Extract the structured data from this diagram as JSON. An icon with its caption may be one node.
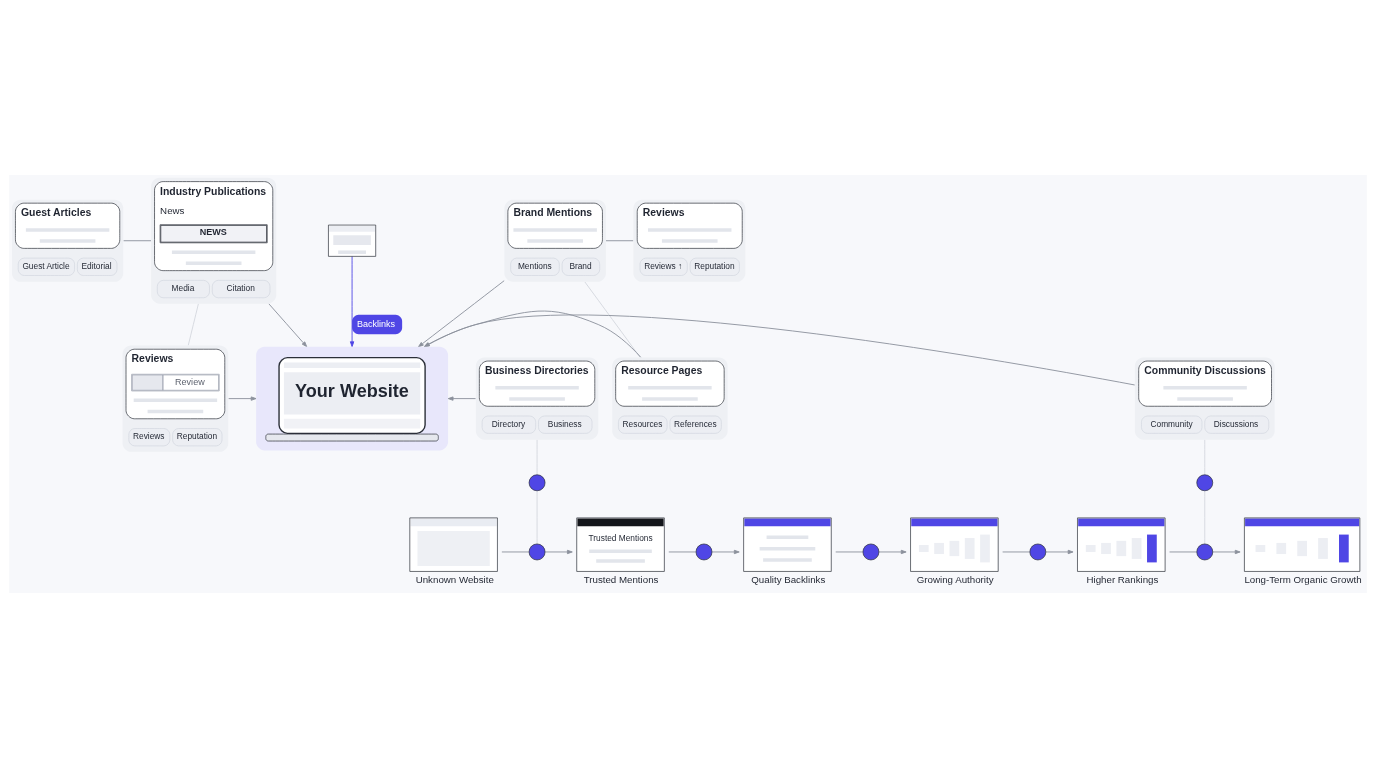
{
  "diagram": {
    "nodes": [
      {
        "text": [
          "Guest Articles",
          "Guest Article",
          "Editorial"
        ]
      },
      {
        "text": [
          "Industry Publications",
          "News",
          "NEWS",
          "Media",
          "Citation"
        ]
      },
      {
        "text": [
          "Business Directories",
          "Directory",
          "Business"
        ]
      },
      {
        "text": [
          "Reviews",
          "Review",
          "Reviews",
          "Reputation"
        ]
      },
      {
        "text": [],
        "shape": "picture"
      },
      {
        "text": [
          "Your Website"
        ]
      },
      {
        "text": [
          "Reviews",
          "Reviews ↑",
          "Reputation"
        ]
      },
      {
        "text": [
          "Brand Mentions",
          "Mentions",
          "Brand"
        ]
      },
      {
        "text": [
          "Community Discussions",
          "Community",
          "Discussions"
        ]
      },
      {
        "text": [
          "Resource Pages",
          "Resources",
          "References"
        ]
      },
      {
        "text": [],
        "shape": "circle"
      },
      {
        "text": [],
        "shape": "circle"
      },
      {
        "text": [
          "Unknown Website"
        ]
      },
      {
        "text": [],
        "shape": "circle"
      },
      {
        "text": [
          "Trusted Mentions",
          "Trusted Mentions"
        ]
      },
      {
        "text": [],
        "shape": "circle"
      },
      {
        "text": [
          "Quality Backlinks"
        ]
      },
      {
        "text": [],
        "shape": "circle"
      },
      {
        "text": [
          "Growing Authority"
        ]
      },
      {
        "text": [],
        "shape": "circle"
      },
      {
        "text": [
          "Higher Rankings"
        ]
      },
      {
        "text": [],
        "shape": "circle"
      },
      {
        "text": [
          "Long-Term Organic Growth"
        ]
      }
    ],
    "edges": [
      {
        "from": 0,
        "to": 1,
        "arrow": "none"
      },
      {
        "from": 1,
        "to": 5,
        "arrow": "to"
      },
      {
        "from": 1,
        "to": 3,
        "arrow": "none",
        "color": "#d4d7de"
      },
      {
        "from": 2,
        "to": 5,
        "arrow": "to"
      },
      {
        "from": 3,
        "to": 5,
        "arrow": "to"
      },
      {
        "from": 4,
        "to": 5,
        "arrow": "to",
        "label": "Backlinks",
        "color": "#4f46e5"
      },
      {
        "from": 6,
        "to": 7,
        "arrow": "none"
      },
      {
        "from": 7,
        "to": 5,
        "arrow": "to"
      },
      {
        "from": 7,
        "to": 9,
        "arrow": "none",
        "color": "#d4d7de"
      },
      {
        "from": 8,
        "to": 5,
        "arrow": "to"
      },
      {
        "from": 9,
        "to": 5,
        "arrow": "to"
      },
      {
        "from": 2,
        "to": 10,
        "arrow": "none",
        "color": "#d4d7de"
      },
      {
        "from": 10,
        "to": 13,
        "arrow": "none",
        "color": "#d4d7de"
      },
      {
        "from": 8,
        "to": 11,
        "arrow": "none",
        "color": "#d4d7de"
      },
      {
        "from": 11,
        "to": 21,
        "arrow": "none",
        "color": "#d4d7de"
      },
      {
        "from": 12,
        "to": 13,
        "arrow": "none"
      },
      {
        "from": 13,
        "to": 14,
        "arrow": "to"
      },
      {
        "from": 14,
        "to": 15,
        "arrow": "none"
      },
      {
        "from": 15,
        "to": 16,
        "arrow": "to"
      },
      {
        "from": 16,
        "to": 17,
        "arrow": "none"
      },
      {
        "from": 17,
        "to": 18,
        "arrow": "to"
      },
      {
        "from": 18,
        "to": 19,
        "arrow": "none"
      },
      {
        "from": 19,
        "to": 20,
        "arrow": "to"
      },
      {
        "from": 20,
        "to": 21,
        "arrow": "none"
      },
      {
        "from": 21,
        "to": 22,
        "arrow": "to"
      }
    ]
  }
}
